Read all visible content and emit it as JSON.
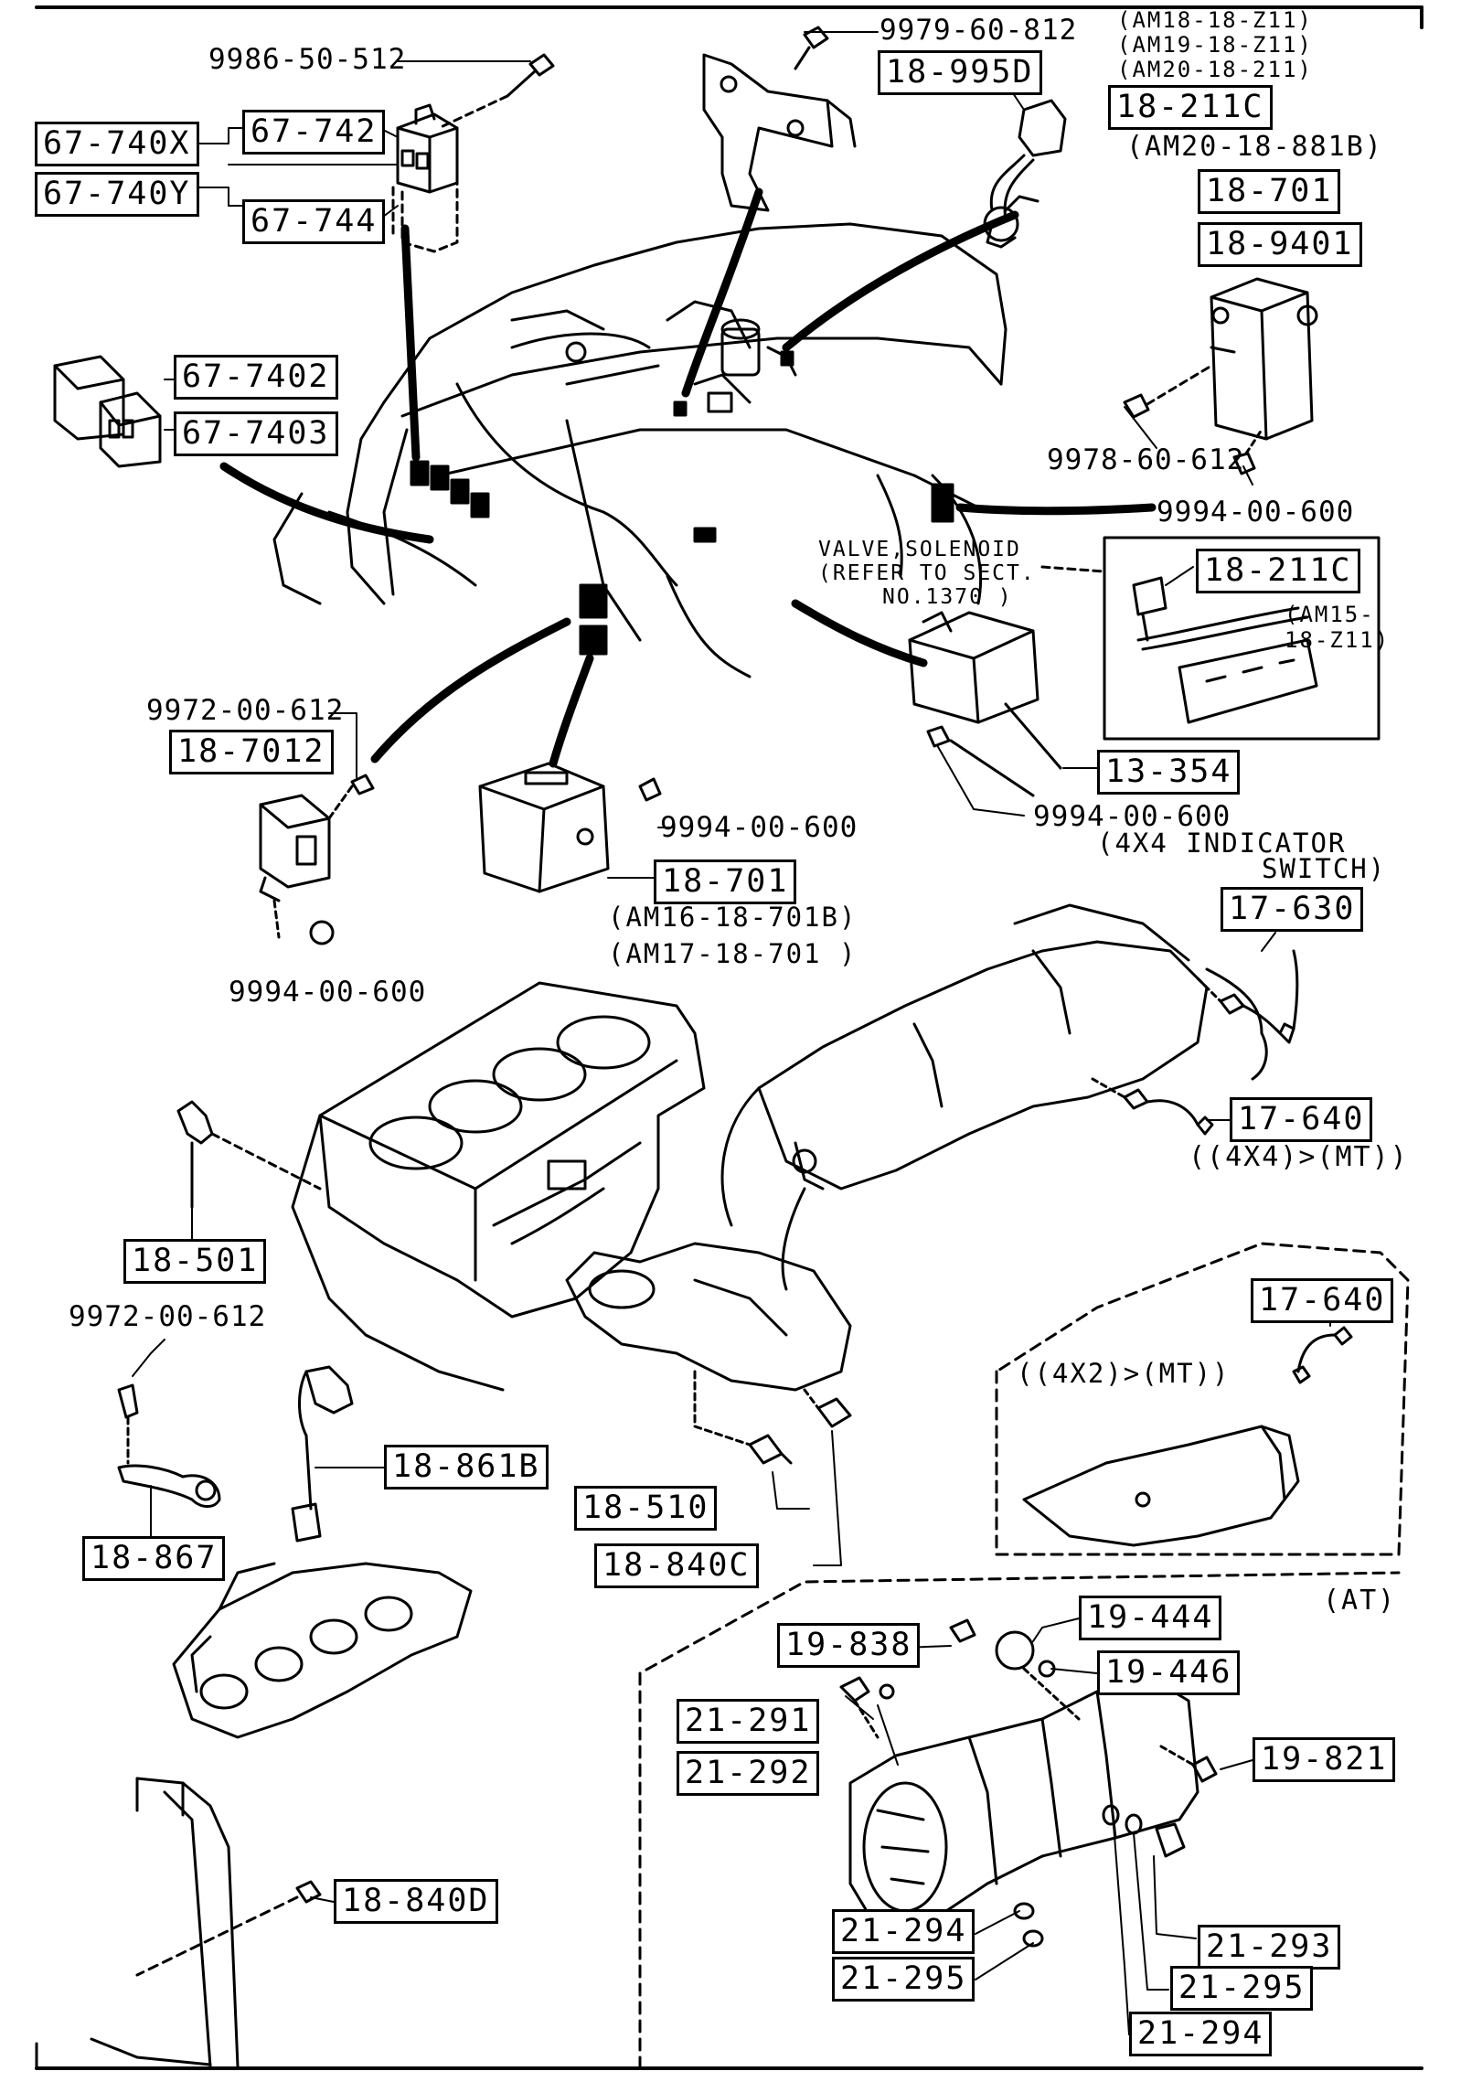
{
  "top_notes": {
    "am_codes": [
      "(AM18-18-Z11)",
      "(AM19-18-Z11)",
      "(AM20-18-211)"
    ],
    "am20_sub": "(AM20-18-881B)"
  },
  "callouts": {
    "c9979_60_812": "9979-60-812",
    "c9986_50_512": "9986-50-512",
    "c9978_60_612": "9978-60-612",
    "c9994_00_600_a": "9994-00-600",
    "c9972_00_612_a": "9972-00-612",
    "c9994_00_600_b": "9994-00-600",
    "c9994_00_600_c": "9994-00-600",
    "c9994_00_600_d": "9994-00-600",
    "c9972_00_612_b": "9972-00-612"
  },
  "boxes": {
    "b18_995D": "18-995D",
    "b67_740X": "67-740X",
    "b67_740Y": "67-740Y",
    "b67_742": "67-742",
    "b67_744": "67-744",
    "b18_211C_top": "18-211C",
    "b18_701_top": "18-701",
    "b18_9401": "18-9401",
    "b67_7402": "67-7402",
    "b67_7403": "67-7403",
    "b18_211C_inset": "18-211C",
    "b18_7012": "18-7012",
    "b13_354": "13-354",
    "b18_701_mid": "18-701",
    "b17_630": "17-630",
    "b17_640_a": "17-640",
    "b18_501": "18-501",
    "b17_640_b": "17-640",
    "b18_861B": "18-861B",
    "b18_510": "18-510",
    "b18_867": "18-867",
    "b18_840C": "18-840C",
    "b19_838": "19-838",
    "b19_444": "19-444",
    "b19_446": "19-446",
    "b21_291": "21-291",
    "b21_292": "21-292",
    "b19_821": "19-821",
    "b18_840D": "18-840D",
    "b21_294_a": "21-294",
    "b21_295_a": "21-295",
    "b21_293": "21-293",
    "b21_295_b": "21-295",
    "b21_294_b": "21-294"
  },
  "notes": {
    "valve_solenoid": [
      "VALVE,SOLENOID",
      "(REFER TO SECT.",
      "NO.1370 )"
    ],
    "am15": [
      "(AM15-",
      "18-Z11)"
    ],
    "indicator": [
      "(4X4 INDICATOR",
      "SWITCH)"
    ],
    "am16": "(AM16-18-701B)",
    "am17": "(AM17-18-701 )",
    "mt_4x4": "((4X4)>(MT))",
    "mt_4x2": "((4X2)>(MT))",
    "at": "(AT)"
  }
}
